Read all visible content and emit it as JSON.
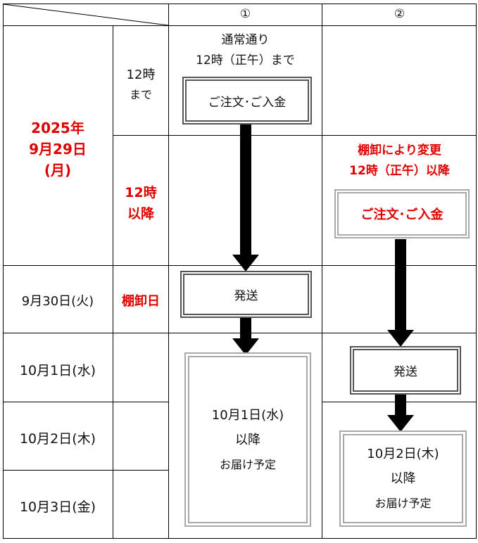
{
  "columns": {
    "col1": "①",
    "col2": "②"
  },
  "date_main": {
    "year": "2025年",
    "day": "9月29日",
    "weekday": "(月)"
  },
  "rows": {
    "r1_line1": "12時",
    "r1_line2": "まで",
    "r2_line1": "12時",
    "r2_line2": "以降",
    "r3_date": "9月30日(火)",
    "r3_note": "棚卸日",
    "r4_date": "10月1日(水)",
    "r5_date": "10月2日(木)",
    "r6_date": "10月3日(金)"
  },
  "col1": {
    "note_line1": "通常通り",
    "note_line2": "12時（正午）まで",
    "order_box": "ご注文･ご入金",
    "ship_box": "発送",
    "delivery_line1": "10月1日(水)",
    "delivery_line2": "以降",
    "delivery_line3": "お届け予定"
  },
  "col2": {
    "note_line1": "棚卸により変更",
    "note_line2": "12時（正午）以降",
    "order_box": "ご注文･ご入金",
    "ship_box": "発送",
    "delivery_line1": "10月2日(木)",
    "delivery_line2": "以降",
    "delivery_line3": "お届け予定"
  },
  "colors": {
    "highlight": "#e00000",
    "line": "#000000",
    "box_border_dark": "#555555",
    "box_border_light": "#a8a8a8"
  }
}
